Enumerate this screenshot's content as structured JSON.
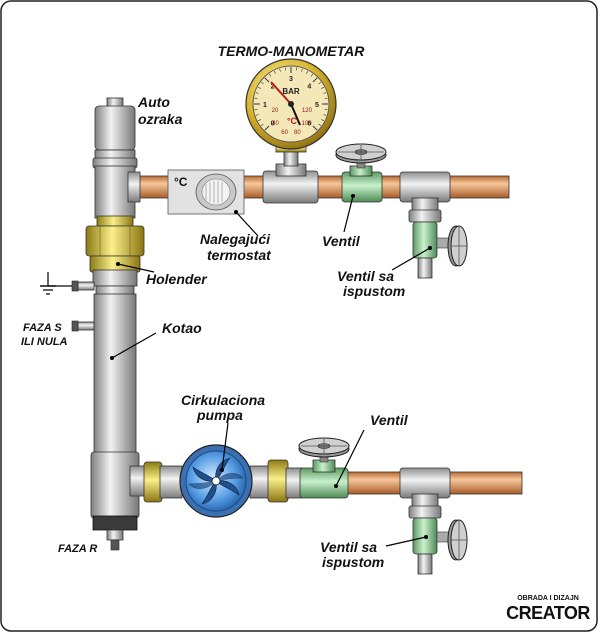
{
  "labels": {
    "auto_air_1": "Auto",
    "auto_air_2": "ozraka",
    "thermo_manometer": "TERMO-MANOMETAR",
    "contact_thermostat_1": "Nalegajući",
    "contact_thermostat_2": "termostat",
    "valve_top": "Ventil",
    "drain_valve_top_1": "Ventil sa",
    "drain_valve_top_2": "ispustom",
    "union": "Holender",
    "phase_s_1": "FAZA S",
    "phase_s_2": "ILI NULA",
    "boiler": "Kotao",
    "pump_1": "Cirkulaciona",
    "pump_2": "pumpa",
    "valve_bottom": "Ventil",
    "drain_valve_bottom_1": "Ventil sa",
    "drain_valve_bottom_2": "ispustom",
    "phase_r": "FAZA R",
    "credit_small": "OBRADA I DIZAJN",
    "credit_big": "CREATOR"
  },
  "gauge": {
    "unit_bar": "BAR",
    "unit_celsius": "°C",
    "outer_scale": [
      "0",
      "1",
      "2",
      "3",
      "4",
      "5",
      "6"
    ],
    "inner_scale": [
      "20",
      "40",
      "60",
      "80",
      "100",
      "120"
    ]
  },
  "thermostat": {
    "unit": "°C"
  },
  "colors": {
    "copper": "#dd9a63",
    "steel": "#c9c9c9",
    "brass": "#e5d24a",
    "green_fitting": "#9bd3a0",
    "gauge_face": "#f4e7b8",
    "pump_blue": "#3d88d6"
  }
}
